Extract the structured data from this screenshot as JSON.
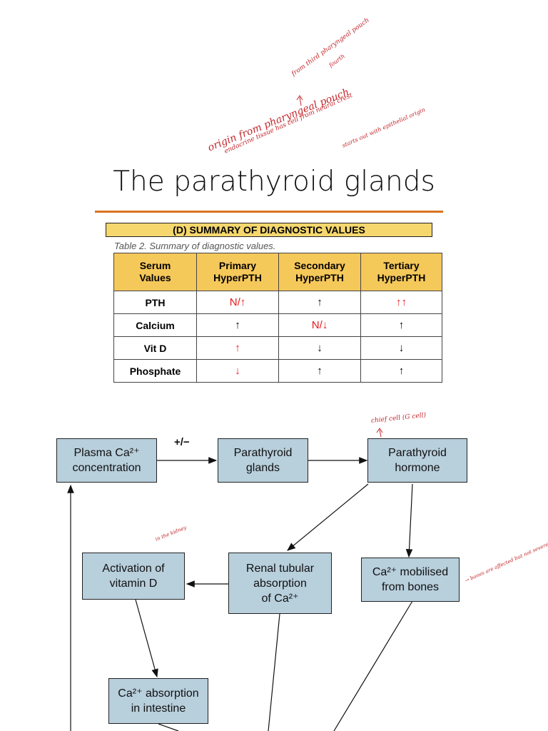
{
  "handwriting": {
    "note1": "from third pharyngeal pouch",
    "note1b": "fourth",
    "note2": "origin from pharyngeal pouch",
    "note3": "endocrine tissue has cell from neural crest",
    "note4": "starts out with epithelial origin",
    "chief_cell": "chief cell (G cell)",
    "kidney": "in the kidney",
    "bones": "→ bones are affected but not severely affected"
  },
  "title": "The parathyroid glands",
  "section_header": "(D)  SUMMARY OF DIAGNOSTIC VALUES",
  "table_caption": "Table 2. Summary of diagnostic values.",
  "table": {
    "headers": [
      "Serum\nValues",
      "Primary\nHyperPTH",
      "Secondary\nHyperPTH",
      "Tertiary\nHyperPTH"
    ],
    "rows": [
      {
        "label": "PTH",
        "values": [
          "N/↑",
          "↑",
          "↑↑"
        ],
        "red": [
          true,
          false,
          true
        ]
      },
      {
        "label": "Calcium",
        "values": [
          "↑",
          "N/↓",
          "↑"
        ],
        "red": [
          false,
          true,
          false
        ]
      },
      {
        "label": "Vit D",
        "values": [
          "↑",
          "↓",
          "↓"
        ],
        "red": [
          true,
          false,
          false
        ]
      },
      {
        "label": "Phosphate",
        "values": [
          "↓",
          "↑",
          "↑"
        ],
        "red": [
          true,
          false,
          false
        ]
      }
    ]
  },
  "diagram": {
    "plasma": "Plasma Ca²⁺\nconcentration",
    "glands": "Parathyroid\nglands",
    "hormone": "Parathyroid\nhormone",
    "activation": "Activation of\nvitamin D",
    "renal": "Renal tubular\nabsorption\nof Ca²⁺",
    "mobilised": "Ca²⁺ mobilised\nfrom bones",
    "intestine": "Ca²⁺ absorption\nin intestine",
    "feedback_label": "+/−"
  }
}
